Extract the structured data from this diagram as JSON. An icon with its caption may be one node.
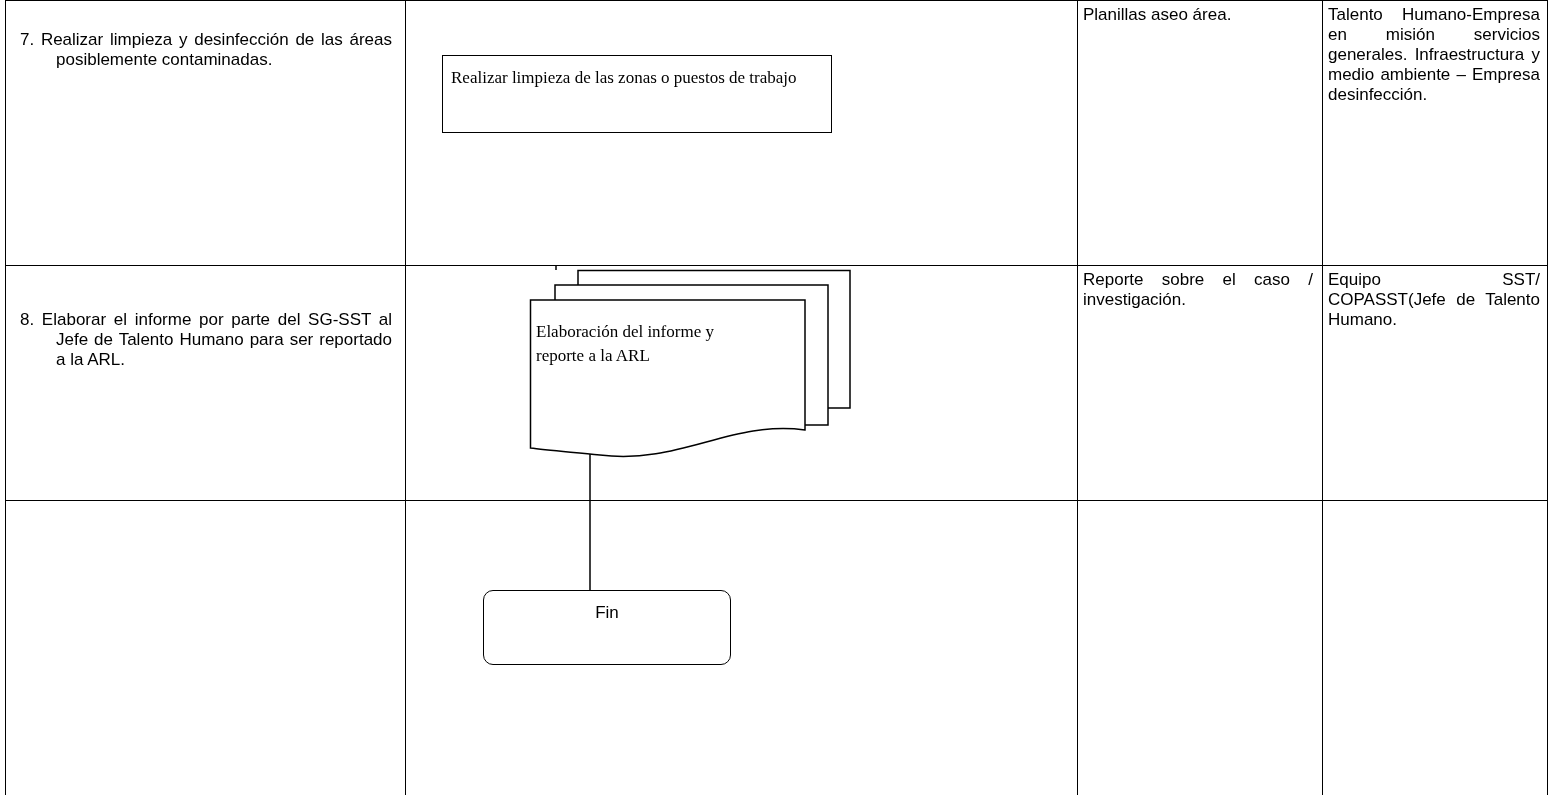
{
  "diagram": {
    "nodes": [
      {
        "text": [
          "Realizar limpieza de las zonas o puestos de trabajo"
        ]
      },
      {
        "text": [
          "Elaboración del informe y reporte a la ARL"
        ]
      },
      {
        "text": [
          "Fin"
        ]
      }
    ],
    "edges": [
      {
        "from": null,
        "to": 1,
        "arrow": "none"
      },
      {
        "from": 1,
        "to": 2,
        "arrow": "none"
      }
    ],
    "labels": [
      "7. Realizar limpieza y desinfección de las áreas posiblemente contaminadas.",
      "Planillas aseo área.",
      "Talento Humano-Empresa en misión servicios generales. Infraestructura y medio ambiente – Empresa desinfección.",
      "8. Elaborar el informe por parte del SG-SST al Jefe de Talento Humano para ser reportado a la ARL.",
      "Reporte sobre el caso / investigación.",
      "Equipo SST/ COPASST(Jefe de Talento Humano."
    ]
  }
}
